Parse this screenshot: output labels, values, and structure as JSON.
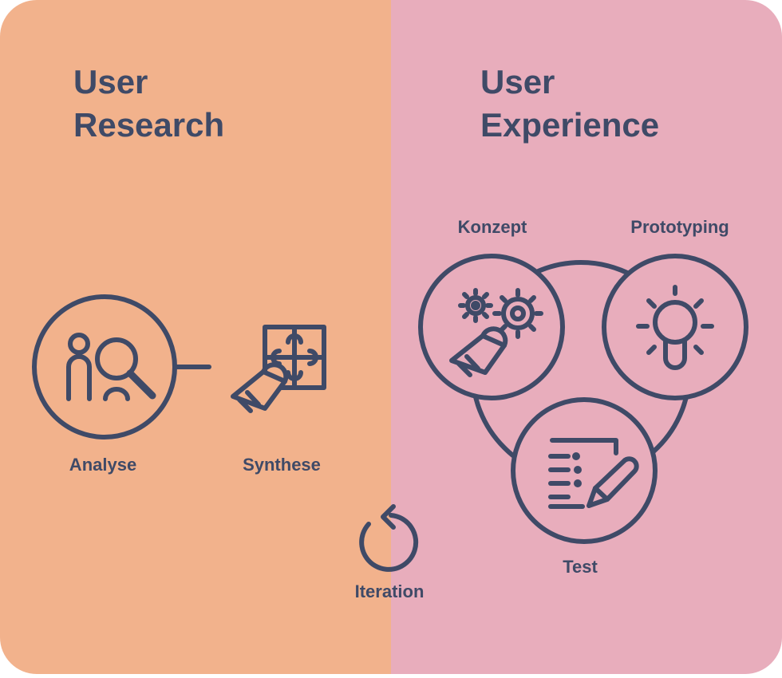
{
  "colors": {
    "left_panel": "#F2B28C",
    "right_panel": "#E8ADBC",
    "ink": "#3F4A67"
  },
  "left": {
    "title": "User\nResearch",
    "analyse_label": "Analyse",
    "synthese_label": "Synthese"
  },
  "right": {
    "title": "User\nExperience",
    "konzept_label": "Konzept",
    "prototyping_label": "Prototyping",
    "test_label": "Test"
  },
  "center": {
    "iteration_label": "Iteration"
  },
  "icons": {
    "analyse": "user-search-icon",
    "synthese": "puzzle-hand-icon",
    "konzept": "gears-finger-icon",
    "prototyping": "lightbulb-icon",
    "test": "checklist-pencil-icon",
    "iteration": "refresh-icon"
  }
}
